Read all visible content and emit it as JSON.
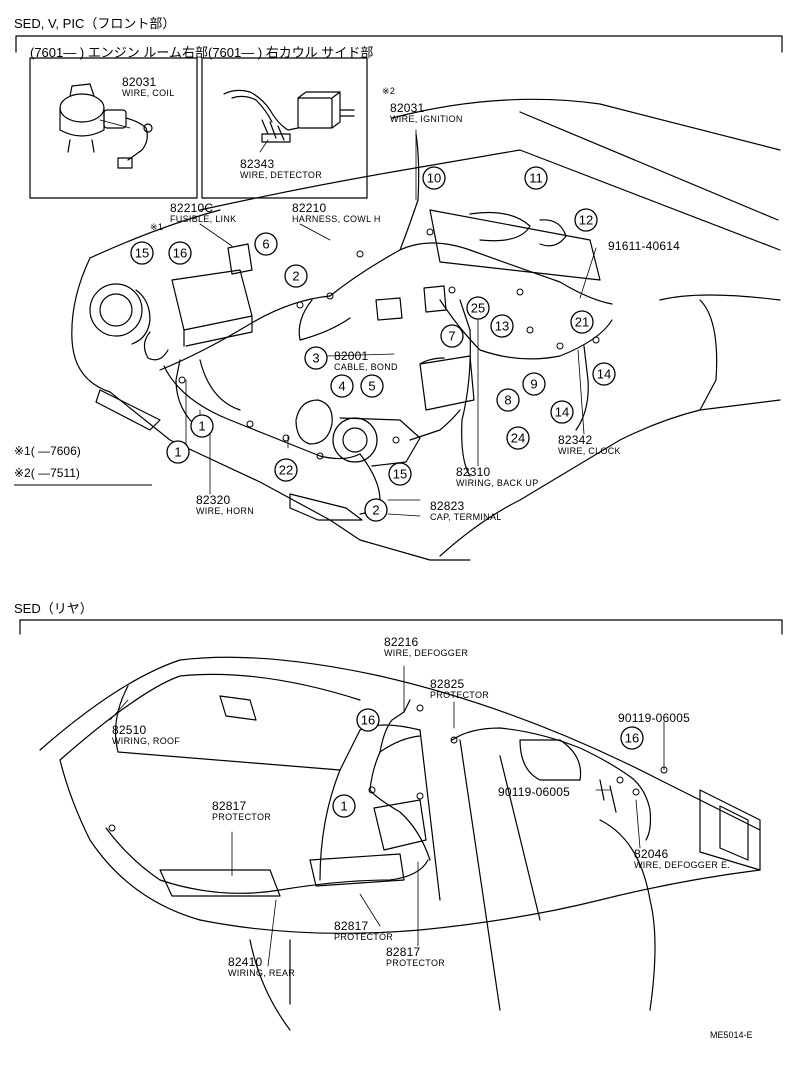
{
  "sections": {
    "front": {
      "title": "SED, V, PIC（フロント部）",
      "sub_left": "(7601—        ) エンジン ルーム右部",
      "sub_right": "(7601—        ) 右カウル サイド部"
    },
    "rear": {
      "title": "SED（リヤ）"
    }
  },
  "notes": {
    "n1_mark": "※1",
    "n1_range": "(       —7606)",
    "n2_mark": "※2",
    "n2_range": "(       —7511)",
    "mark1": "※1",
    "mark2": "※2"
  },
  "front_parts": [
    {
      "id": "p82031_coil",
      "number": "82031",
      "name": "WIRE, COIL"
    },
    {
      "id": "p82343",
      "number": "82343",
      "name": "WIRE, DETECTOR"
    },
    {
      "id": "p82031_ign",
      "number": "82031",
      "name": "WIRE, IGNITION"
    },
    {
      "id": "p82210c",
      "number": "82210C",
      "name": "FUSIBLE, LINK"
    },
    {
      "id": "p82210",
      "number": "82210",
      "name": "HARNESS, COWL H"
    },
    {
      "id": "p91611",
      "number": "91611-40614",
      "name": ""
    },
    {
      "id": "p82001",
      "number": "82001",
      "name": "CABLE, BOND"
    },
    {
      "id": "p82342",
      "number": "82342",
      "name": "WIRE, CLOCK"
    },
    {
      "id": "p82310",
      "number": "82310",
      "name": "WIRING, BACK UP"
    },
    {
      "id": "p82823",
      "number": "82823",
      "name": "CAP, TERMINAL"
    },
    {
      "id": "p82320",
      "number": "82320",
      "name": "WIRE, HORN"
    }
  ],
  "rear_parts": [
    {
      "id": "p82216",
      "number": "82216",
      "name": "WIRE, DEFOGGER"
    },
    {
      "id": "p82825",
      "number": "82825",
      "name": "PROTECTOR"
    },
    {
      "id": "p90119a",
      "number": "90119-06005",
      "name": ""
    },
    {
      "id": "p90119b",
      "number": "90119-06005",
      "name": ""
    },
    {
      "id": "p82510",
      "number": "82510",
      "name": "WIRING, ROOF"
    },
    {
      "id": "p82817a",
      "number": "82817",
      "name": "PROTECTOR"
    },
    {
      "id": "p82817b",
      "number": "82817",
      "name": "PROTECTOR"
    },
    {
      "id": "p82817c",
      "number": "82817",
      "name": "PROTECTOR"
    },
    {
      "id": "p82046",
      "number": "82046",
      "name": "WIRE, DEFOGGER E."
    },
    {
      "id": "p82410",
      "number": "82410",
      "name": "WIRING, REAR"
    }
  ],
  "callouts": [
    "10",
    "11",
    "12",
    "15",
    "16",
    "6",
    "2",
    "7",
    "25",
    "13",
    "21",
    "3",
    "4",
    "5",
    "8",
    "9",
    "14",
    "14",
    "24",
    "1",
    "1",
    "22",
    "15",
    "2",
    "16",
    "1",
    "16"
  ],
  "footer": {
    "code": "ME5014-E"
  }
}
